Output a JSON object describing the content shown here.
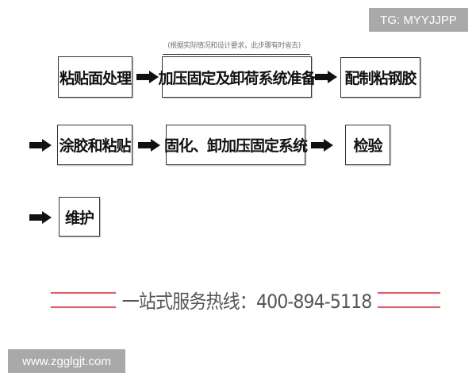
{
  "badges": {
    "tg": "TG: MYYJJPP",
    "website": "www.zgglgjt.com"
  },
  "note": "(根据实际情况和设计要求，此步骤有时省去)",
  "steps": [
    {
      "label": "粘贴面处理"
    },
    {
      "label": "加压固定及卸荷系统准备"
    },
    {
      "label": "配制粘钢胶"
    },
    {
      "label": "涂胶和粘贴"
    },
    {
      "label": "固化、卸加压固定系统"
    },
    {
      "label": "检验"
    },
    {
      "label": "维护"
    }
  ],
  "hotline": {
    "text": "一站式服务热线：400-894-5118",
    "line_color": "#d9636b"
  },
  "colors": {
    "badge_bg": "#a9a9a9",
    "box_border": "#333333",
    "arrow": "#111111"
  }
}
